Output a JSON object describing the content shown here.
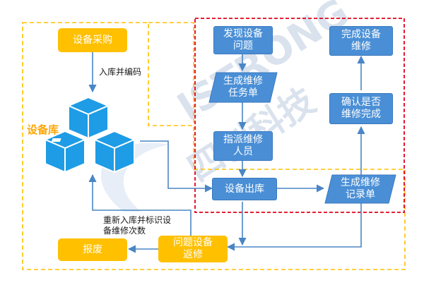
{
  "watermark": {
    "latin": "ISTRONG",
    "cjk": "四创科技"
  },
  "zones": {
    "storage_label": "设备库"
  },
  "nodes": {
    "purchase": "设备采购",
    "scrap": "报废",
    "return": "问题设备\n返修",
    "discover": "发现设备\n问题",
    "task": "生成维修\n任务单",
    "assign": "指派维修\n人员",
    "outbound": "设备出库",
    "record": "生成维修\n记录单",
    "confirm": "确认是否\n维修完成",
    "complete": "完成设备\n维修"
  },
  "edge_labels": {
    "inbound": "入库并编码",
    "restock": "重新入库并标识设\n备维修次数"
  },
  "colors": {
    "orange": "#ffc000",
    "blue": "#4a8fd6",
    "red_border": "#e0001b",
    "orange_border": "#ffc000",
    "cube": "#1e9ce5",
    "arrow": "#4a86c5"
  }
}
